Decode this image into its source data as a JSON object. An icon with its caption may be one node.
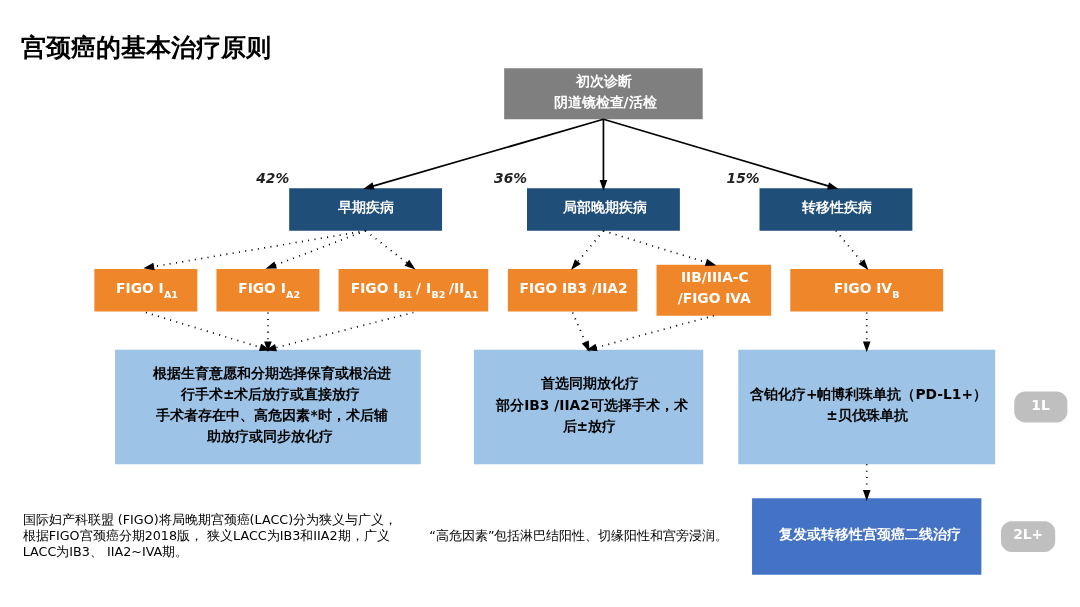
{
  "diagram": {
    "title": "宫颈癌的基本治疗原则",
    "nodes": [
      {
        "text": [
          "初次诊断",
          "阴道镜检查/活检"
        ]
      },
      {
        "text": [
          "早期疾病"
        ],
        "beside": [
          "42%"
        ]
      },
      {
        "text": [
          "局部晚期疾病"
        ],
        "beside": [
          "36%"
        ]
      },
      {
        "text": [
          "转移性疾病"
        ],
        "beside": [
          "15%"
        ]
      },
      {
        "text": [
          "FIGO I$_{A1}$"
        ]
      },
      {
        "text": [
          "FIGO I$_{A2}$"
        ]
      },
      {
        "text": [
          "FIGO I$_{B1}$ / I$_{B2}$ /II$_{A1}$"
        ]
      },
      {
        "text": [
          "FIGO IB3 /IIA2"
        ]
      },
      {
        "text": [
          "IIB/IIIA-C /FIGO IVA"
        ]
      },
      {
        "text": [
          "FIGO IV$_{B}$"
        ]
      },
      {
        "text": [
          "根据生育意愿和分期选择保育或根治进行手术±术后放疗或直接放疗",
          "手术者存在中、高危因素*时，术后辅助放疗或同步放化疗"
        ]
      },
      {
        "text": [
          "首选同期放化疗",
          "部分IB3 /IIA2可选择手术，术后±放疗"
        ]
      },
      {
        "text": [
          "含铂化疗+帕博利珠单抗（PD-L1+）±贝伐珠单抗"
        ]
      },
      {
        "text": [
          "复发或转移性宫颈癌二线治疗"
        ]
      },
      {
        "text": [
          "1L"
        ]
      },
      {
        "text": [
          "2L+"
        ]
      }
    ],
    "edges": [
      {
        "from": 0,
        "to": 1,
        "arrow": "to"
      },
      {
        "from": 0,
        "to": 2,
        "arrow": "to"
      },
      {
        "from": 0,
        "to": 3,
        "arrow": "to"
      },
      {
        "from": 1,
        "to": 4,
        "arrow": "to",
        "style": "dashed"
      },
      {
        "from": 1,
        "to": 5,
        "arrow": "to",
        "style": "dashed"
      },
      {
        "from": 1,
        "to": 6,
        "arrow": "to",
        "style": "dashed"
      },
      {
        "from": 2,
        "to": 7,
        "arrow": "to",
        "style": "dashed"
      },
      {
        "from": 2,
        "to": 8,
        "arrow": "to",
        "style": "dashed"
      },
      {
        "from": 3,
        "to": 9,
        "arrow": "to",
        "style": "dashed"
      },
      {
        "from": 4,
        "to": 10,
        "arrow": "to",
        "style": "dashed"
      },
      {
        "from": 5,
        "to": 10,
        "arrow": "to",
        "style": "dashed"
      },
      {
        "from": 6,
        "to": 10,
        "arrow": "to",
        "style": "dashed"
      },
      {
        "from": 7,
        "to": 11,
        "arrow": "to",
        "style": "dashed"
      },
      {
        "from": 8,
        "to": 11,
        "arrow": "to",
        "style": "dashed"
      },
      {
        "from": 9,
        "to": 12,
        "arrow": "to",
        "style": "dashed"
      },
      {
        "from": 12,
        "to": 13,
        "arrow": "to",
        "style": "dashed"
      }
    ],
    "labels": [
      "国际妇产科联盟 (FIGO)将局晚期宫颈癌(LACC)分为狭义与广义，根据FIGO宫颈癌分期2018版， 狭义LACC为IB3和IIA2期，广义LACC为IB3、 IIA2~IVA期。",
      "“高危因素”包括淋巴结阳性、切缘阳性和宫旁浸润。"
    ]
  }
}
